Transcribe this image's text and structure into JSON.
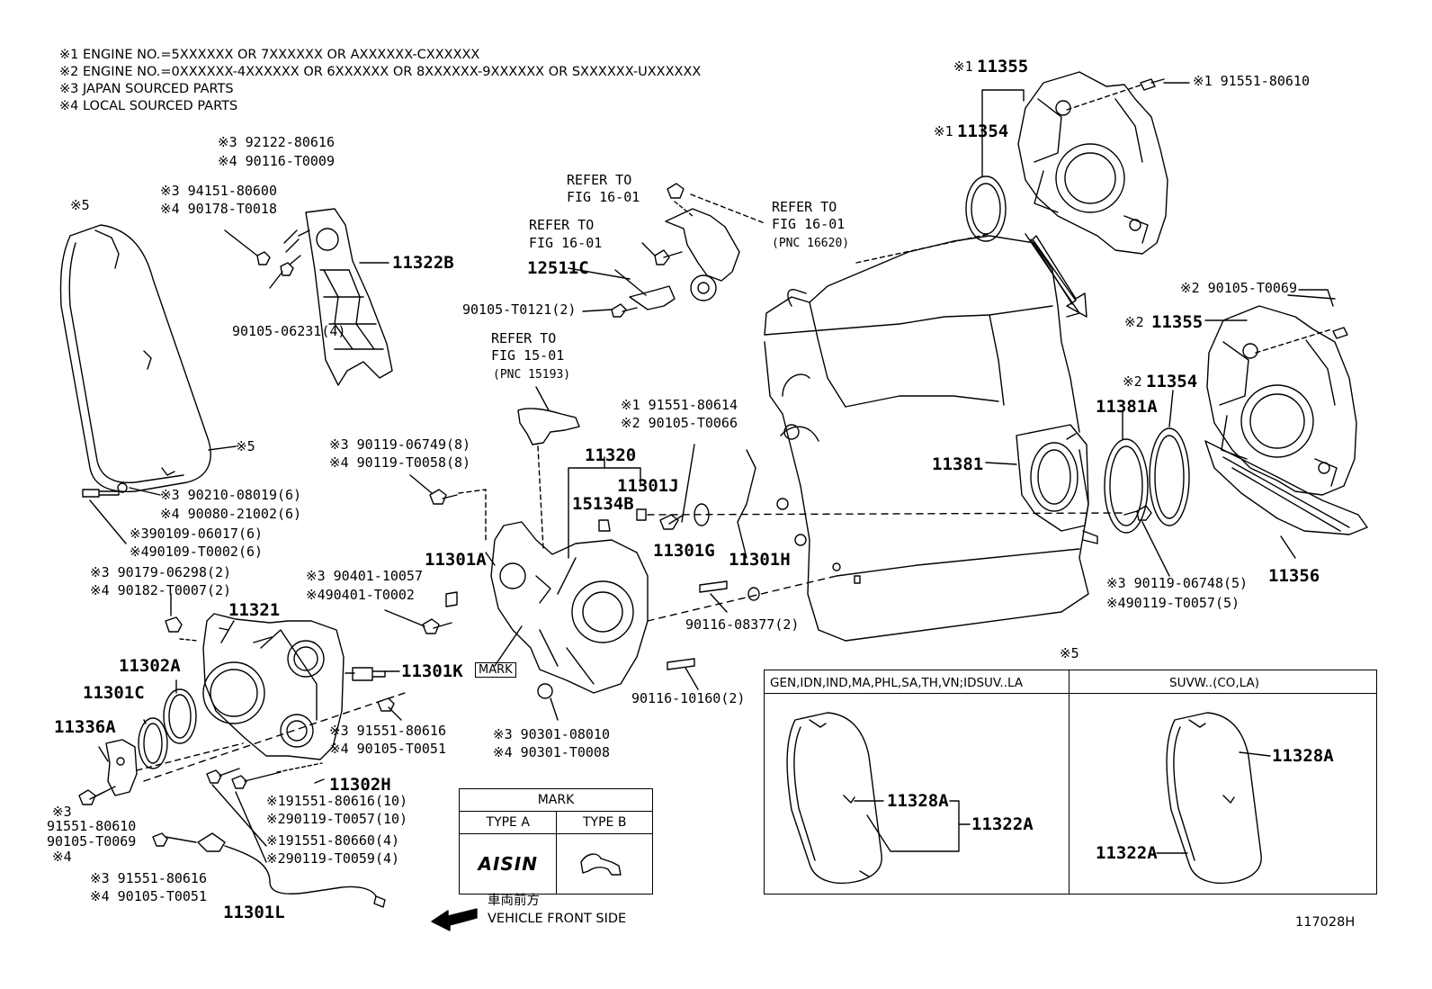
{
  "notes": [
    "※1 ENGINE NO.=5XXXXXX OR 7XXXXXX OR AXXXXXX-CXXXXXX",
    "※2 ENGINE NO.=0XXXXXX-4XXXXXX OR 6XXXXXX OR 8XXXXXX-9XXXXXX OR SXXXXXX-UXXXXXX",
    "※3 JAPAN SOURCED PARTS",
    "※4 LOCAL SOURCED PARTS"
  ],
  "callouts": {
    "r92122": "※3 92122-80616",
    "r90116_t0009": "※4 90116-T0009",
    "r94151": "※3 94151-80600",
    "r90178": "※4 90178-T0018",
    "star5_top": "※5",
    "p11322B": "11322B",
    "r90105_06231": "90105-06231(4)",
    "refer1_a": "REFER TO",
    "refer1_b": "FIG 16-01",
    "refer2_a": "REFER TO",
    "refer2_b": "FIG 16-01",
    "refer3_a": "REFER TO",
    "refer3_b": "FIG 16-01",
    "refer3_c": "(PNC 16620)",
    "p12511C": "12511C",
    "r90105_t0121": "90105-T0121(2)",
    "refer4_a": "REFER TO",
    "refer4_b": "FIG 15-01",
    "refer4_c": "(PNC 15193)",
    "star1_11355": "※1",
    "p11355_1": "11355",
    "r91551_80610_top": "※1 91551-80610",
    "star1_11354": "※1",
    "p11354_1": "11354",
    "r90105_t0069_r": "※2 90105-T0069",
    "star2_11355": "※2",
    "p11355_2": "11355",
    "star2_11354": "※2",
    "p11354_2": "11354",
    "p11381A": "11381A",
    "p11381": "11381",
    "p11356": "11356",
    "r90119_06748": "※3 90119-06748(5)",
    "r90119_t0057_5": "※490119-T0057(5)",
    "r91551_80614": "※1 91551-80614",
    "r90105_t0066": "※2 90105-T0066",
    "p11320": "11320",
    "p11301J": "11301J",
    "p15134B": "15134B",
    "p11301G": "11301G",
    "p11301H": "11301H",
    "r90116_08377": "90116-08377(2)",
    "r90119_06749": "※3 90119-06749(8)",
    "r90119_t0058": "※4 90119-T0058(8)",
    "star5_mid": "※5",
    "r90210": "※3 90210-08019(6)",
    "r90080": "※4 90080-21002(6)",
    "r90109_06017": "※390109-06017(6)",
    "r90109_t0002": "※490109-T0002(6)",
    "r90179": "※3 90179-06298(2)",
    "r90182": "※4 90182-T0007(2)",
    "p11301A": "11301A",
    "r90401_10057": "※3 90401-10057",
    "r90401_t0002": "※490401-T0002",
    "p11321": "11321",
    "p11302A": "11302A",
    "p11301C": "11301C",
    "p11336A": "11336A",
    "mark_label": "MARK",
    "p11301K": "11301K",
    "r90116_10160": "90116-10160(2)",
    "r91551_80616_a": "※3 91551-80616",
    "r90105_t0051_a": "※4 90105-T0051",
    "r90301_08010": "※3 90301-08010",
    "r90301_t0008": "※4 90301-T0008",
    "p11302H": "11302H",
    "r91551_80616_10": "※191551-80616(10)",
    "r90119_t0057_10": "※290119-T0057(10)",
    "r91551_80660": "※191551-80660(4)",
    "r90119_t0059": "※290119-T0059(4)",
    "star3_left": "※3",
    "r91551_80610_left": "91551-80610",
    "r90105_t0069_left": "90105-T0069",
    "star4_left": "※4",
    "r91551_80616_b": "※3 91551-80616",
    "r90105_t0051_b": "※4 90105-T0051",
    "p11301L": "11301L",
    "jp_front": "車両前方",
    "vehicle_front": "VEHICLE FRONT SIDE",
    "star5_box": "※5",
    "p11328A_a": "11328A",
    "p11322A_a": "11322A",
    "p11328A_b": "11328A",
    "p11322A_b": "11322A",
    "diagram_id": "117028H"
  },
  "mark_table": {
    "title": "MARK",
    "type_a": "TYPE A",
    "type_b": "TYPE B",
    "aisin_logo": "AISIN"
  },
  "variant_box": {
    "left_header": "GEN,IDN,IND,MA,PHL,SA,TH,VN;IDSUV..LA",
    "right_header": "SUVW..(CO,LA)"
  }
}
